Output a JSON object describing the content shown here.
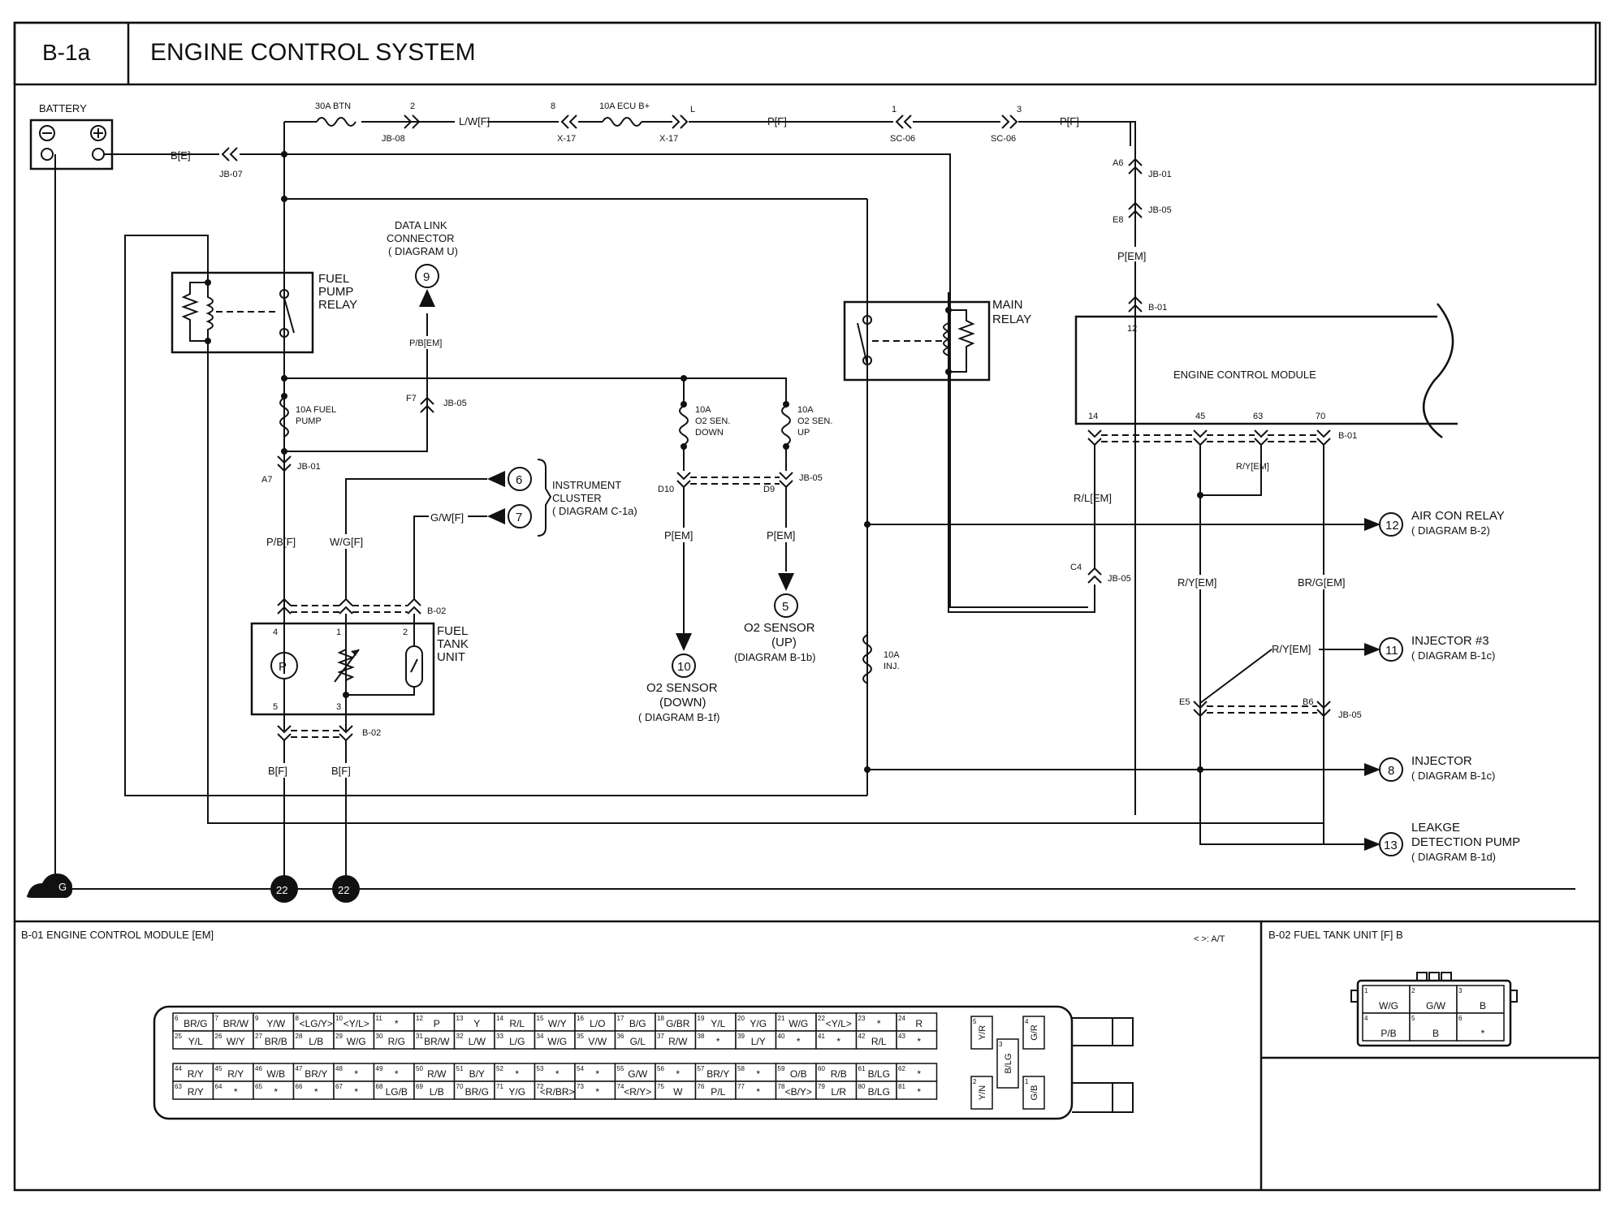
{
  "header": {
    "code": "B-1a",
    "title": "ENGINE CONTROL SYSTEM"
  },
  "colors": {
    "ink": "#111111",
    "paper": "#ffffff"
  },
  "labels": {
    "battery": "BATTERY",
    "fuse_btn": "30A BTN",
    "fuse_ecu_l1": "10A ECU B+",
    "fuse_fuel_l1": "10A FUEL",
    "fuse_fuel_l2": "PUMP",
    "fuse_o2down_l1": "10A",
    "fuse_o2down_l2": "O2 SEN.",
    "fuse_o2down_l3": "DOWN",
    "fuse_o2up_l1": "10A",
    "fuse_o2up_l2": "O2 SEN.",
    "fuse_o2up_l3": "UP",
    "fuse_inj_l1": "10A",
    "fuse_inj_l2": "INJ.",
    "fuel_pump_relay_l1": "FUEL",
    "fuel_pump_relay_l2": "PUMP",
    "fuel_pump_relay_l3": "RELAY",
    "main_relay_l1": "MAIN",
    "main_relay_l2": "RELAY",
    "data_link_l1": "DATA LINK",
    "data_link_l2": "CONNECTOR",
    "data_link_l3": "( DIAGRAM U)",
    "ecm": "ENGINE CONTROL MODULE",
    "instrument_l1": "INSTRUMENT",
    "instrument_l2": "CLUSTER",
    "instrument_l3": "( DIAGRAM C-1a)",
    "fuel_tank_l1": "FUEL",
    "fuel_tank_l2": "TANK",
    "fuel_tank_l3": "UNIT",
    "o2down_l1": "O2 SENSOR",
    "o2down_l2": "(DOWN)",
    "o2down_l3": "( DIAGRAM B-1f)",
    "o2up_l1": "O2 SENSOR",
    "o2up_l2": "(UP)",
    "o2up_l3": "(DIAGRAM B-1b)",
    "aircon_l1": "AIR CON RELAY",
    "aircon_l2": "( DIAGRAM B-2)",
    "inj3_l1": "INJECTOR #3",
    "inj3_l2": "( DIAGRAM B-1c)",
    "inj_l1": "INJECTOR",
    "inj_l2": "( DIAGRAM B-1c)",
    "leak_l1": "LEAKGE",
    "leak_l2": "DETECTION PUMP",
    "leak_l3": "( DIAGRAM B-1d)",
    "ground": "G"
  },
  "wires": {
    "b_e": "B[E]",
    "lw_f": "L/W[F]",
    "p_f1": "P[F]",
    "p_f2": "P[F]",
    "p_em": "P[EM]",
    "pb_em": "P/B[EM]",
    "pb_f": "P/B[F]",
    "wg_f": "W/G[F]",
    "gw_f": "G/W[F]",
    "p_em_d10": "P[EM]",
    "p_em_d9": "P[EM]",
    "rl_em": "R/L[EM]",
    "ry_em1": "R/Y[EM]",
    "ry_em2": "R/Y[EM]",
    "ry_em3": "R/Y[EM]",
    "brg_em": "BR/G[EM]",
    "b_f1": "B[F]",
    "b_f2": "B[F]"
  },
  "connectors": {
    "jb07": "JB-07",
    "jb08": "JB-08",
    "jb08_pin": "2",
    "x17a": "X-17",
    "x17a_pin": "8",
    "x17b": "X-17",
    "x17b_pin": "L",
    "sc06a": "SC-06",
    "sc06a_pin": "1",
    "sc06b": "SC-06",
    "sc06b_pin": "3",
    "jb01_top": "JB-01",
    "jb01_top_pin": "A6",
    "jb05_top": "JB-05",
    "jb05_top_pin": "E8",
    "b01_top": "B-01",
    "ecm_pin_12": "12",
    "jb05_f7": "JB-05",
    "f7": "F7",
    "jb01_a7": "JB-01",
    "a7": "A7",
    "d10": "D10",
    "d9": "D9",
    "jb05_d9": "JB-05",
    "ecm_pin_14": "14",
    "ecm_pin_45": "45",
    "ecm_pin_63": "63",
    "ecm_pin_70": "70",
    "b01_bottom": "B-01",
    "c4": "C4",
    "jb05_c4": "JB-05",
    "b02_top": "B-02",
    "b02_bottom": "B-02",
    "ftu_pin4": "4",
    "ftu_pin1": "1",
    "ftu_pin2": "2",
    "ftu_pin5": "5",
    "ftu_pin3": "3",
    "e5": "E5",
    "b6": "B6",
    "jb05_e5": "JB-05"
  },
  "refs": {
    "dlc": "9",
    "ic_a": "6",
    "ic_b": "7",
    "o2up": "5",
    "o2down": "10",
    "aircon": "12",
    "inj3": "11",
    "inj": "8",
    "leak": "13",
    "gnd1": "22",
    "gnd2": "22"
  },
  "symbols": {
    "pump": "P"
  },
  "bottom": {
    "ecm_title": "B-01 ENGINE CONTROL MODULE [EM]",
    "at_note": "< >: A/T",
    "ftu_title": "B-02 FUEL TANK UNIT [F] B"
  },
  "ecm_pins": {
    "row1": [
      [
        "6",
        "BR/G"
      ],
      [
        "7",
        "BR/W"
      ],
      [
        "9",
        "Y/W"
      ],
      [
        "8",
        "<LG/Y>"
      ],
      [
        "10",
        "<Y/L>"
      ],
      [
        "11",
        "*"
      ],
      [
        "12",
        "P"
      ],
      [
        "13",
        "Y"
      ],
      [
        "14",
        "R/L"
      ],
      [
        "15",
        "W/Y"
      ],
      [
        "16",
        "L/O"
      ],
      [
        "17",
        "B/G"
      ],
      [
        "18",
        "G/BR"
      ],
      [
        "19",
        "Y/L"
      ],
      [
        "20",
        "Y/G"
      ],
      [
        "21",
        "W/G"
      ],
      [
        "22",
        "<Y/L>"
      ],
      [
        "23",
        "*"
      ],
      [
        "24",
        "R"
      ]
    ],
    "row2": [
      [
        "25",
        "Y/L"
      ],
      [
        "26",
        "W/Y"
      ],
      [
        "27",
        "BR/B"
      ],
      [
        "28",
        "L/B"
      ],
      [
        "29",
        "W/G"
      ],
      [
        "30",
        "R/G"
      ],
      [
        "31",
        "BR/W"
      ],
      [
        "32",
        "L/W"
      ],
      [
        "33",
        "L/G"
      ],
      [
        "34",
        "W/G"
      ],
      [
        "35",
        "V/W"
      ],
      [
        "36",
        "G/L"
      ],
      [
        "37",
        "R/W"
      ],
      [
        "38",
        "*"
      ],
      [
        "39",
        "L/Y"
      ],
      [
        "40",
        "*"
      ],
      [
        "41",
        "*"
      ],
      [
        "42",
        "R/L"
      ],
      [
        "43",
        "*"
      ]
    ],
    "row3": [
      [
        "44",
        "R/Y"
      ],
      [
        "45",
        "R/Y"
      ],
      [
        "46",
        "W/B"
      ],
      [
        "47",
        "BR/Y"
      ],
      [
        "48",
        "*"
      ],
      [
        "49",
        "*"
      ],
      [
        "50",
        "R/W"
      ],
      [
        "51",
        "B/Y"
      ],
      [
        "52",
        "*"
      ],
      [
        "53",
        "*"
      ],
      [
        "54",
        "*"
      ],
      [
        "55",
        "G/W"
      ],
      [
        "56",
        "*"
      ],
      [
        "57",
        "BR/Y"
      ],
      [
        "58",
        "*"
      ],
      [
        "59",
        "O/B"
      ],
      [
        "60",
        "R/B"
      ],
      [
        "61",
        "B/LG"
      ],
      [
        "62",
        "*"
      ]
    ],
    "row4": [
      [
        "63",
        "R/Y"
      ],
      [
        "64",
        "*"
      ],
      [
        "65",
        "*"
      ],
      [
        "66",
        "*"
      ],
      [
        "67",
        "*"
      ],
      [
        "68",
        "LG/B"
      ],
      [
        "69",
        "L/B"
      ],
      [
        "70",
        "BR/G"
      ],
      [
        "71",
        "Y/G"
      ],
      [
        "72",
        "<R/BR>"
      ],
      [
        "73",
        "*"
      ],
      [
        "74",
        "<R/Y>"
      ],
      [
        "75",
        "W"
      ],
      [
        "76",
        "P/L"
      ],
      [
        "77",
        "*"
      ],
      [
        "78",
        "<B/Y>"
      ],
      [
        "79",
        "L/R"
      ],
      [
        "80",
        "B/LG"
      ],
      [
        "81",
        "*"
      ]
    ],
    "right_upper": [
      [
        "5",
        "Y/R"
      ],
      [
        "4",
        "G/R"
      ]
    ],
    "right_mid": [
      [
        "3",
        "B/LG"
      ]
    ],
    "right_lower": [
      [
        "2",
        "Y/N"
      ],
      [
        "1",
        "G/B"
      ]
    ]
  },
  "ftu_pins": [
    [
      "1",
      "W/G"
    ],
    [
      "2",
      "G/W"
    ],
    [
      "3",
      "B"
    ],
    [
      "4",
      "P/B"
    ],
    [
      "5",
      "B"
    ],
    [
      "6",
      "*"
    ]
  ]
}
